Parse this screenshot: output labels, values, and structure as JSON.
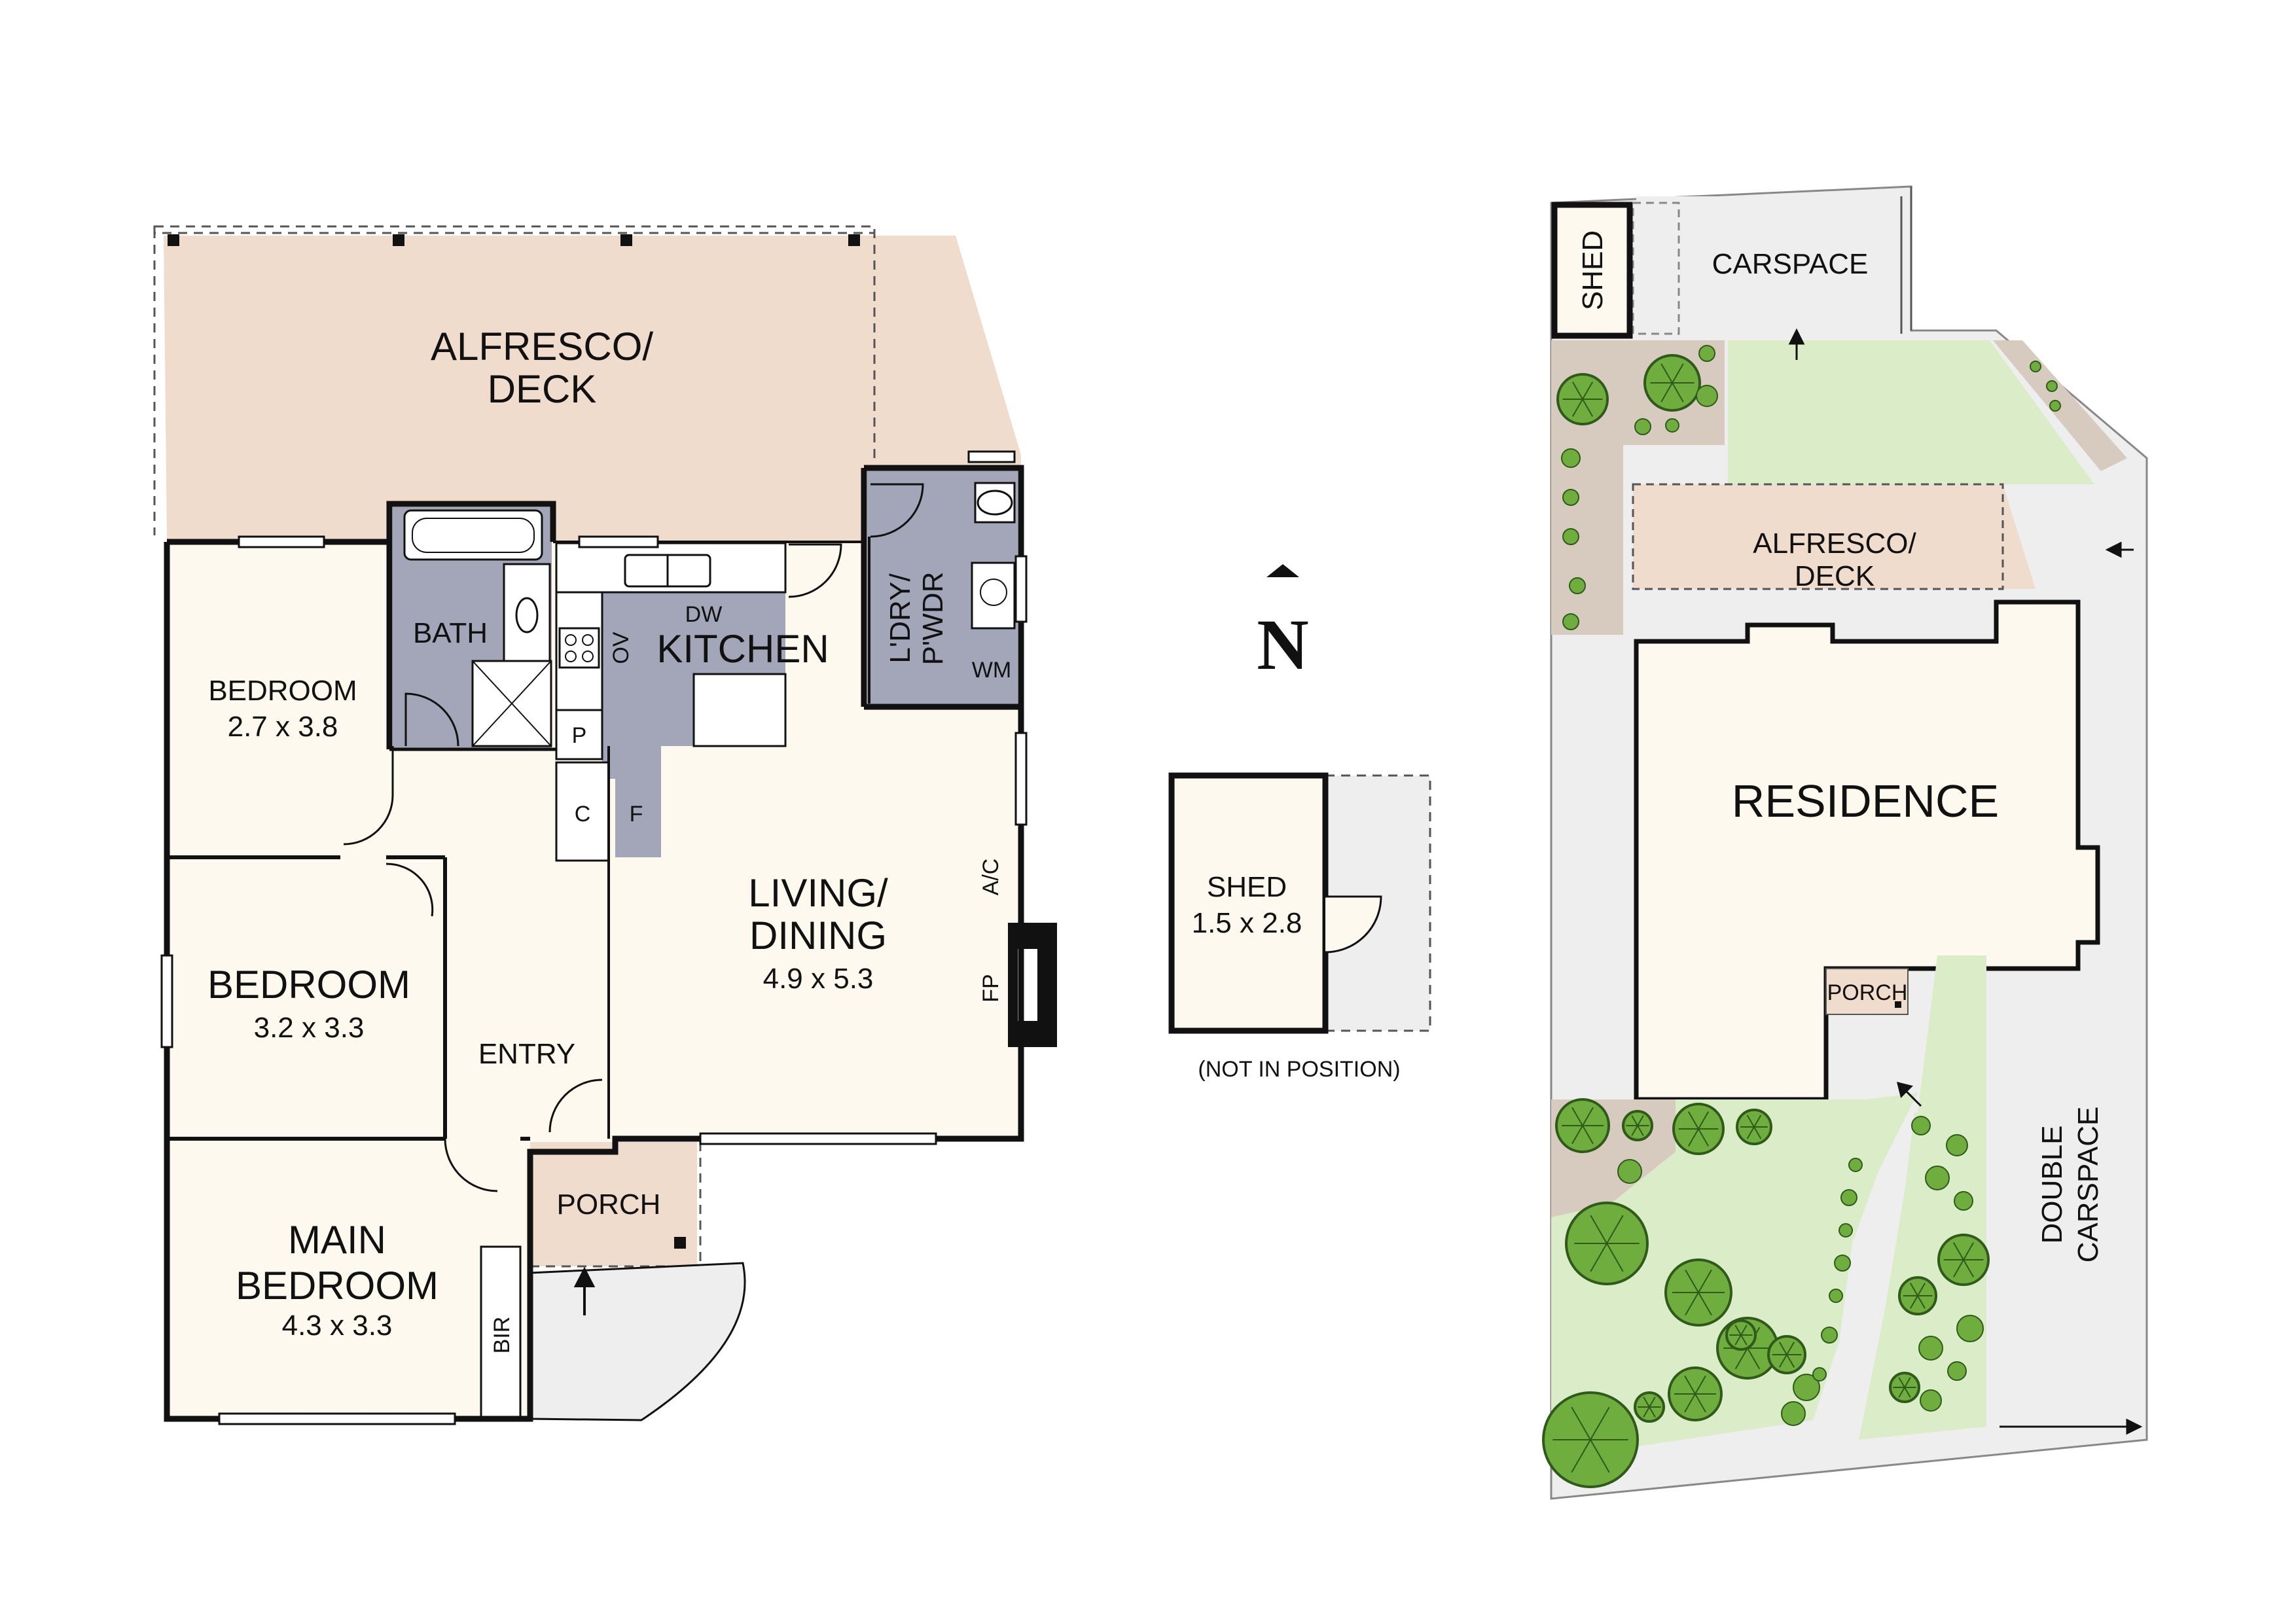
{
  "colors": {
    "deck": "#efdccd",
    "interior": "#fdf9ee",
    "wet_area": "#a2a6b8",
    "lawn": "#dbedc8",
    "path": "#eeeeee",
    "garden_bed": "#d7cbc0",
    "tree": "#6fae3e",
    "wall": "#111111"
  },
  "floor_plan": {
    "rooms": {
      "alfresco": {
        "line1": "ALFRESCO/",
        "line2": "DECK"
      },
      "bath": {
        "name": "BATH"
      },
      "kitchen": {
        "name": "KITCHEN"
      },
      "laundry": {
        "line1": "L'DRY/",
        "line2": "P'WDR"
      },
      "bedroom1": {
        "name": "BEDROOM",
        "dims": "2.7 x 3.8"
      },
      "bedroom2": {
        "name": "BEDROOM",
        "dims": "3.2 x 3.3"
      },
      "main_bedroom": {
        "line1": "MAIN",
        "line2": "BEDROOM",
        "dims": "4.3 x 3.3"
      },
      "living": {
        "line1": "LIVING/",
        "line2": "DINING",
        "dims": "4.9 x 5.3"
      },
      "entry": {
        "name": "ENTRY"
      },
      "porch": {
        "name": "PORCH"
      }
    },
    "fixtures": {
      "dw": "DW",
      "ov": "OV",
      "wm": "WM",
      "pantry": "P",
      "cupboard": "C",
      "fridge": "F",
      "ac": "A/C",
      "fp": "FP",
      "bir": "BIR"
    }
  },
  "compass": {
    "letter": "N"
  },
  "shed_plan": {
    "name": "SHED",
    "dims": "1.5 x 2.8",
    "note": "(NOT IN POSITION)"
  },
  "site_plan": {
    "shed": "SHED",
    "carspace": "CARSPACE",
    "alfresco": {
      "line1": "ALFRESCO/",
      "line2": "DECK"
    },
    "residence": "RESIDENCE",
    "porch": "PORCH",
    "double_carspace": {
      "line1": "DOUBLE",
      "line2": "CARSPACE"
    }
  }
}
